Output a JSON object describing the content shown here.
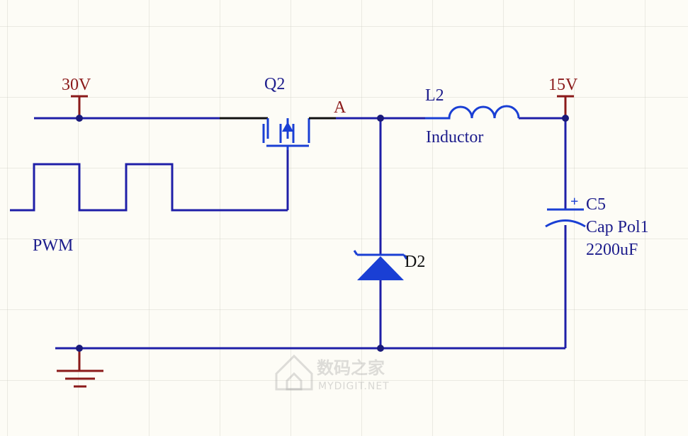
{
  "colors": {
    "wire": "#1f1fa8",
    "power": "#8b1a1a",
    "component": "#1a3fd4",
    "junction": "#1a1a7a",
    "background": "#fdfcf6"
  },
  "labels": {
    "supply_in": "30V",
    "supply_out": "15V",
    "transistor_designator": "Q2",
    "node_a": "A",
    "inductor_designator": "L2",
    "inductor_comment": "Inductor",
    "capacitor_designator": "C5",
    "capacitor_comment": "Cap Pol1",
    "capacitor_value": "2200uF",
    "diode_designator": "D2",
    "pwm_label": "PWM",
    "polarity_mark": "+"
  },
  "watermark": {
    "main": "数码之家",
    "sub": "MYDIGIT.NET",
    "icon": "house-logo-icon"
  }
}
